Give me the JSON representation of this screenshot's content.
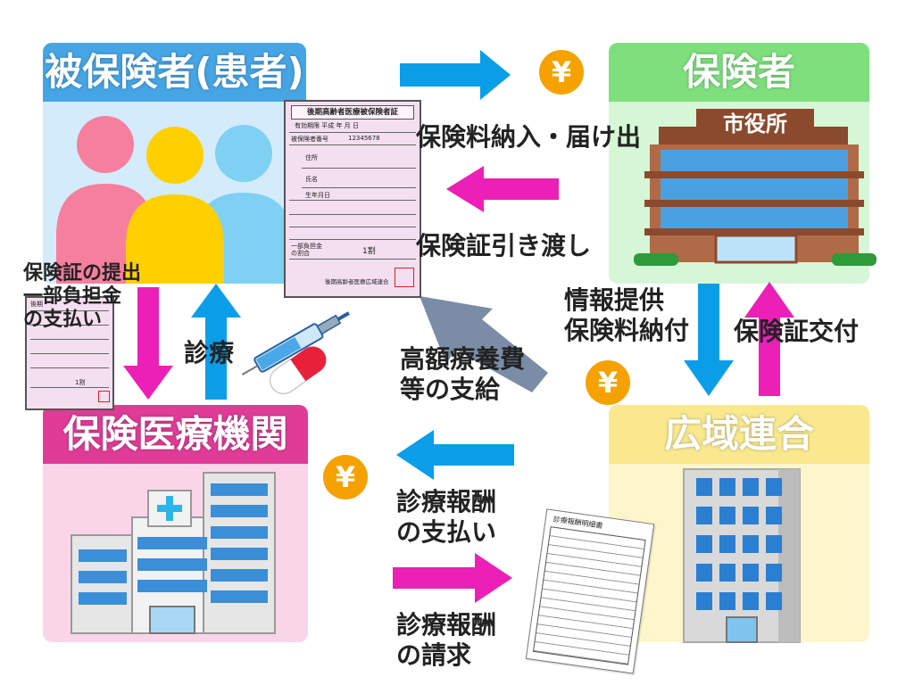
{
  "nodes": {
    "insured": "被保険者(患者)",
    "insurer": "保険者",
    "hospital": "保険医療機関",
    "union": "広域連合"
  },
  "labels": {
    "premium_notify": "保険料納入・届け出",
    "card_delivery": "保険証引き渡し",
    "card_submit": "保険証の提出\n一部負担金\nの支払い",
    "treatment": "診療",
    "high_cost": "高額療養費\n等の支給",
    "info_provision": "情報提供\n保険料納付",
    "card_issue": "保険証交付",
    "fee_payment": "診療報酬\nの支払い",
    "fee_claim": "診療報酬\nの請求"
  },
  "yen_symbol": "¥",
  "city_hall_sign": "市役所",
  "insurance_card": {
    "title": "後期高齢者医療被保険者証",
    "validity": "有効期限 平成 年 月 日",
    "number_label": "被保険者番号",
    "number": "12345678",
    "address_label": "住所",
    "name_label": "氏名",
    "birth_label": "生年月日",
    "rate_label": "一部負担金の割合",
    "rate": "1割",
    "issuer": "後期高齢者医療広域連合"
  },
  "small_card": {
    "header": "後期",
    "rate": "1割"
  },
  "receipt_title": "診療報酬明細書",
  "colors": {
    "blue_header": "#46a5e5",
    "blue_panel": "#d4ebfb",
    "green_header": "#7de07d",
    "green_panel": "#d6f7d6",
    "pink_header": "#e03c97",
    "pink_panel": "#fad5e8",
    "yellow_header": "#f9e88e",
    "yellow_panel": "#fdf6cc",
    "arrow_blue": "#0a9ee8",
    "arrow_magenta": "#ec1fb6",
    "arrow_gray": "#7a8ca6",
    "yen_orange": "#f5a200"
  }
}
